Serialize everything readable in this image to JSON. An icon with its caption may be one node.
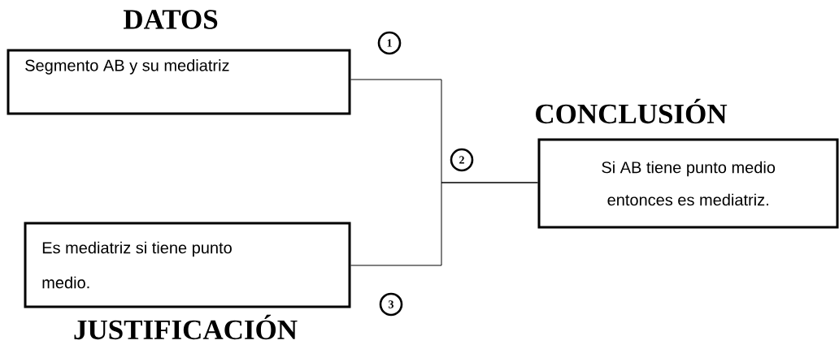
{
  "diagram": {
    "nodes": [
      {
        "text": [
          "DATOS",
          "Segmento AB y su mediatriz"
        ]
      },
      {
        "text": [
          "CONCLUSIÓN",
          "Si AB tiene punto medio entonces es mediatriz."
        ]
      },
      {
        "text": [
          "Es mediatriz si tiene punto medio.",
          "JUSTIFICACIÓN"
        ]
      },
      {
        "text": [
          "1"
        ]
      },
      {
        "text": [
          "2"
        ]
      },
      {
        "text": [
          "3"
        ]
      }
    ],
    "edges": [
      {
        "from": 0,
        "to": 1,
        "arrow": "none"
      },
      {
        "from": 2,
        "to": 1,
        "arrow": "none"
      }
    ]
  }
}
